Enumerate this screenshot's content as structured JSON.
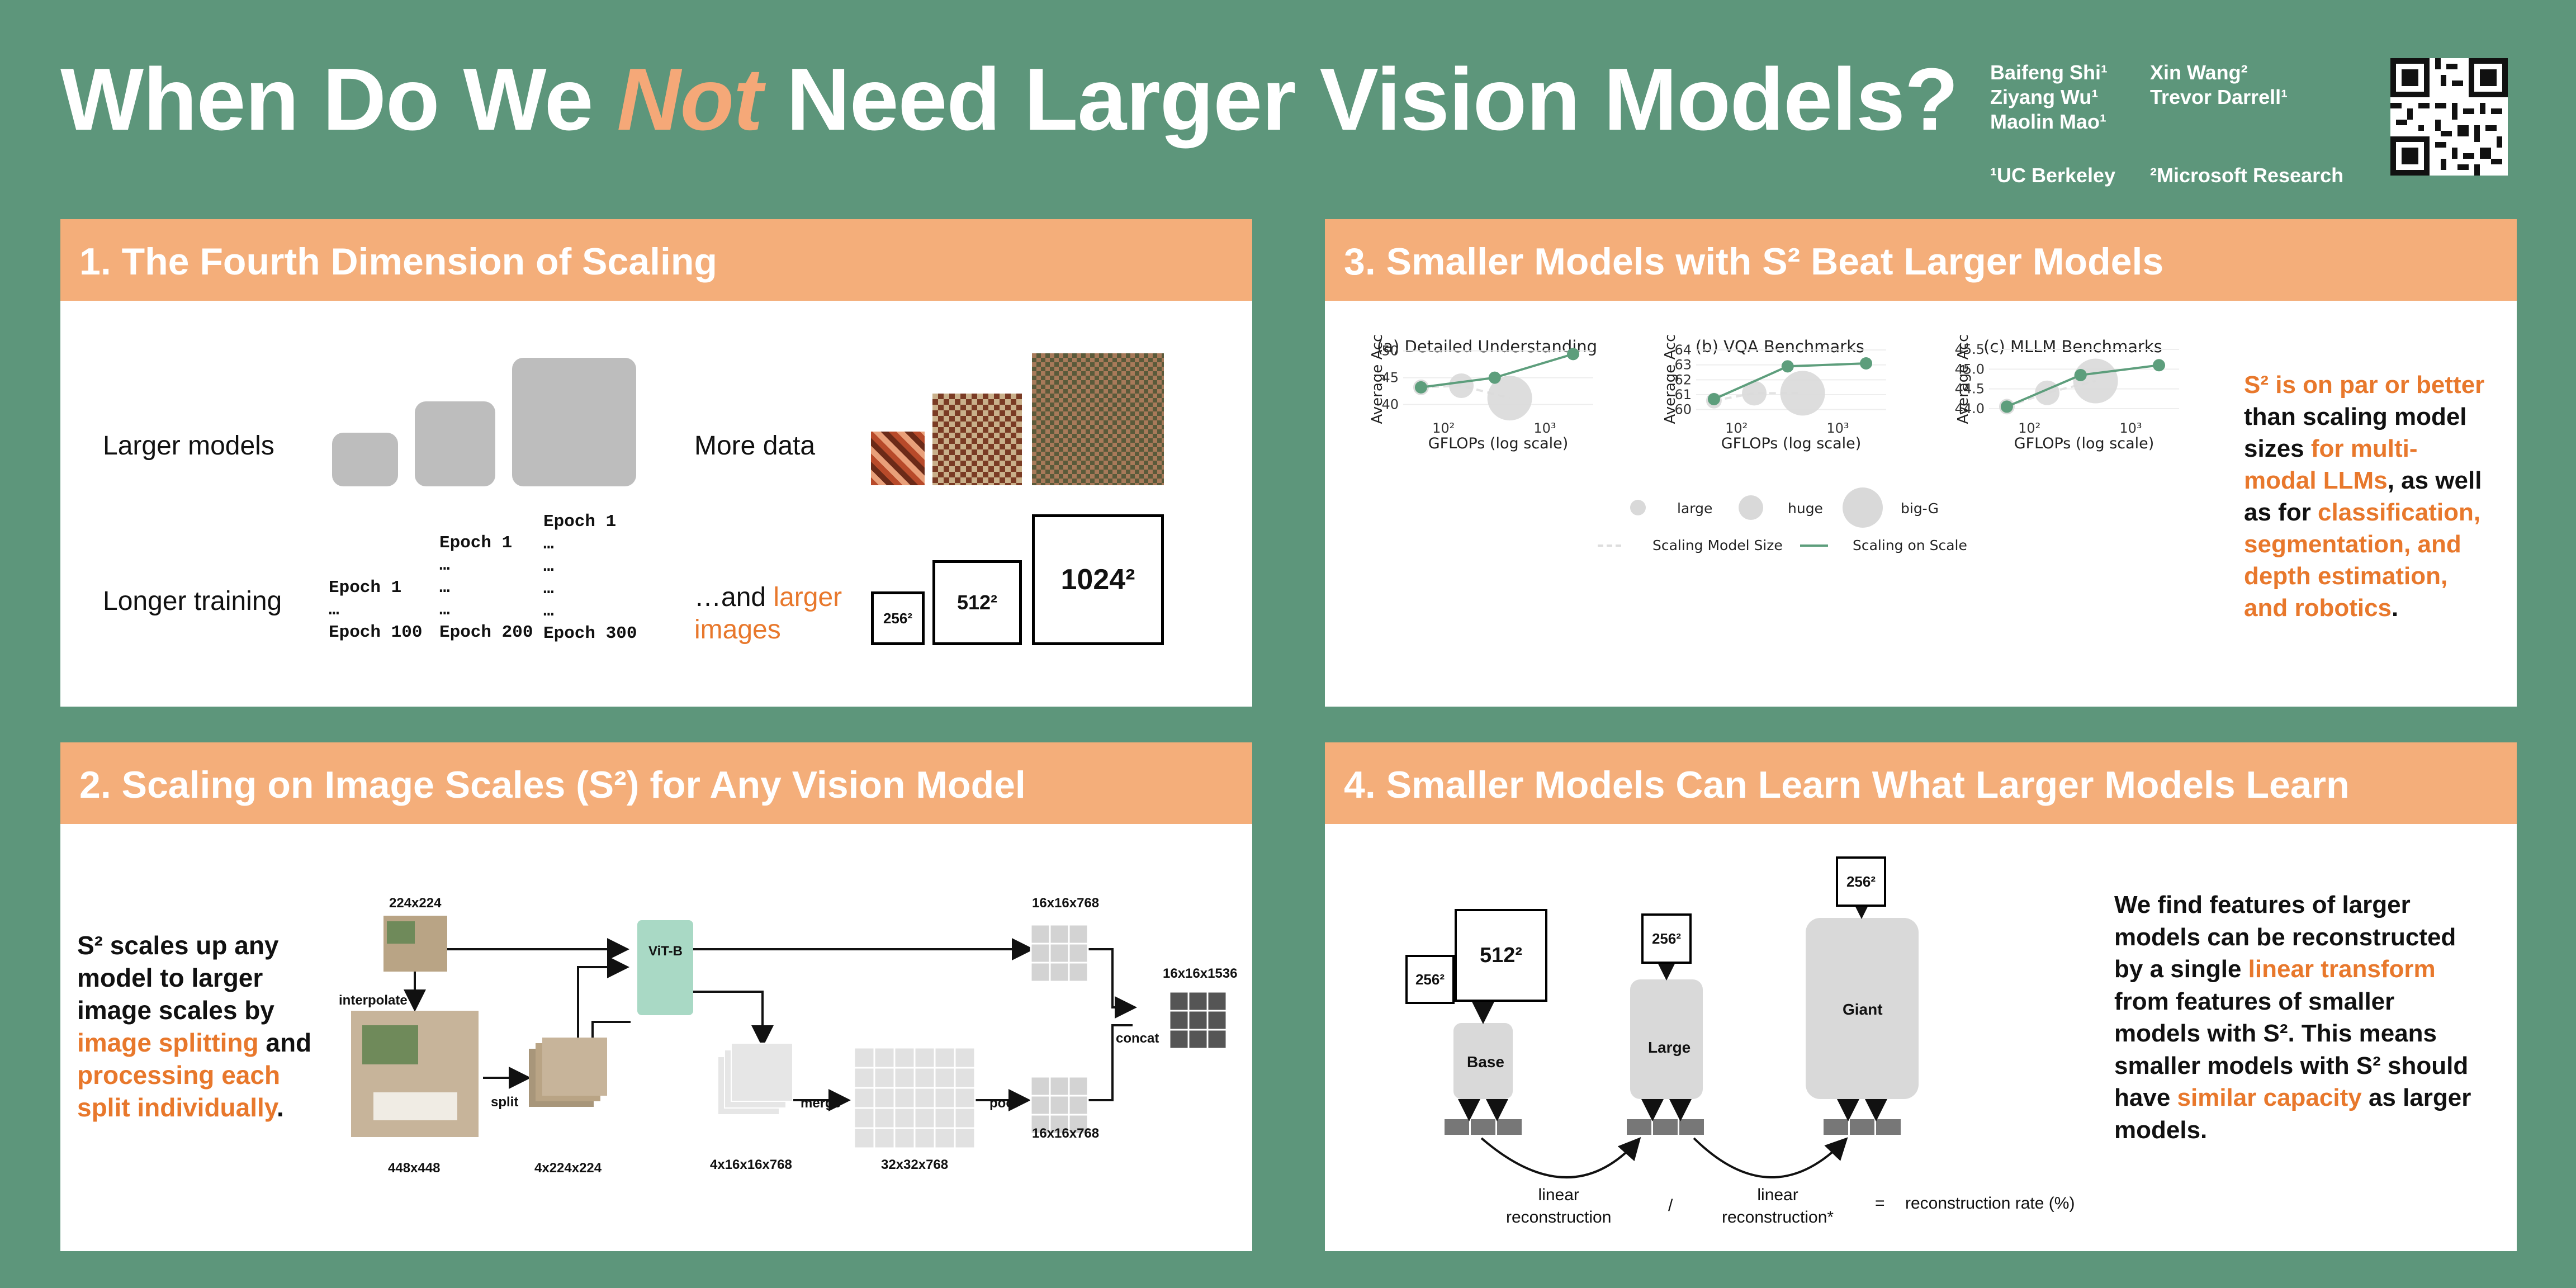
{
  "title": {
    "part1": "When Do We ",
    "highlight": "Not",
    "part2": " Need Larger Vision Models?"
  },
  "authors": {
    "a1": "Baifeng Shi¹",
    "a2": "Ziyang Wu¹",
    "a3": "Maolin Mao¹",
    "a4": "Xin Wang²",
    "a5": "Trevor Darrell¹",
    "aff1": "¹UC Berkeley",
    "aff2": "²Microsoft Research"
  },
  "panel1": {
    "heading": "1. The Fourth Dimension of Scaling",
    "larger_models": "Larger models",
    "longer_training": "Longer training",
    "more_data": "More data",
    "and": "…and ",
    "larger": "larger",
    "images": "images",
    "epochs": {
      "c1": [
        "Epoch 1",
        "…",
        "Epoch 100"
      ],
      "c2": [
        "Epoch 1",
        "…",
        "…",
        "…",
        "Epoch 200"
      ],
      "c3": [
        "Epoch 1",
        "…",
        "…",
        "…",
        "…",
        "Epoch 300"
      ]
    },
    "sizes": {
      "s1": "256²",
      "s2": "512²",
      "s3": "1024²"
    }
  },
  "panel2": {
    "heading": "2. Scaling on Image Scales (S²) for Any Vision Model",
    "text": {
      "l1": "S² scales up any",
      "l2": "model to larger",
      "l3": "image scales by",
      "l4a": "image splitting",
      "l4b": " and",
      "l5": "processing each",
      "l6a": "split individually",
      "l6b": "."
    },
    "labels": {
      "in224": "224x224",
      "interp": "interpolate",
      "in448": "448x448",
      "split": "split",
      "split_out": "4x224x224",
      "vit": "ViT-B",
      "feat4": "4x16x16x768",
      "merge": "merge",
      "merged": "32x32x768",
      "pool": "pool",
      "pooled": "16x16x768",
      "top_feat": "16x16x768",
      "concat": "concat",
      "final": "16x16x1536"
    }
  },
  "panel3": {
    "heading": "3. Smaller Models with S² Beat Larger Models",
    "charts": [
      {
        "title": "(a) Detailed Understanding",
        "ylabel": "Average Acc",
        "xlabel": "GFLOPs (log scale)",
        "yticks": [
          "40",
          "45",
          "50"
        ],
        "xticks": [
          "10²",
          "10³"
        ]
      },
      {
        "title": "(b) VQA Benchmarks",
        "ylabel": "Average Acc",
        "xlabel": "GFLOPs (log scale)",
        "yticks": [
          "60",
          "61",
          "62",
          "63",
          "64"
        ],
        "xticks": [
          "10²",
          "10³"
        ]
      },
      {
        "title": "(c) MLLM Benchmarks",
        "ylabel": "Average Acc",
        "xlabel": "GFLOPs (log scale)",
        "yticks": [
          "44.0",
          "44.5",
          "45.0",
          "45.5"
        ],
        "xticks": [
          "10²",
          "10³"
        ]
      }
    ],
    "legend": {
      "large": "large",
      "huge": "huge",
      "bigg": "big-G",
      "scaling_model": "Scaling Model Size",
      "scaling_scale": "Scaling on Scale"
    },
    "text": {
      "l1a": "S² is on par or better",
      "l2": "than scaling model",
      "l3a": "sizes ",
      "l3b": "for multi-",
      "l4a": "modal LLMs",
      "l4b": ", as well",
      "l5a": "as for ",
      "l5b": "classification,",
      "l6": "segmentation, and",
      "l7": "depth estimation,",
      "l8a": "and robotics",
      "l8b": "."
    },
    "colors": {
      "green": "#5d9e7c",
      "gray": "#d9d9d9"
    }
  },
  "panel4": {
    "heading": "4. Smaller Models Can Learn What Larger Models Learn",
    "labels": {
      "base": "Base",
      "large": "Large",
      "giant": "Giant",
      "s256a": "256²",
      "s512": "512²",
      "s256b": "256²",
      "s256c": "256²",
      "lin1a": "linear",
      "lin1b": "reconstruction",
      "lin2a": "linear",
      "lin2b": "reconstruction*",
      "slash": "/",
      "eq": "=",
      "rate": "reconstruction rate (%)"
    },
    "text": {
      "l1": "We find features of larger",
      "l2": "models can be reconstructed",
      "l3a": "by a single ",
      "l3b": "linear transform",
      "l4": "from features of smaller",
      "l5": "models with S².  This means",
      "l6": "smaller models with S² should",
      "l7a": "have ",
      "l7b": "similar capacity",
      "l7c": " as larger",
      "l8": "models."
    }
  },
  "chart_data": [
    {
      "type": "line",
      "title": "(a) Detailed Understanding",
      "xlabel": "GFLOPs (log scale)",
      "ylabel": "Average Acc",
      "ylim": [
        38.5,
        51
      ],
      "xscale": "log",
      "series": [
        {
          "name": "Scaling Model Size",
          "x": [
            60,
            150,
            450
          ],
          "y": [
            43.2,
            43.5,
            41.2
          ]
        },
        {
          "name": "Scaling on Scale",
          "x": [
            60,
            320,
            1900
          ],
          "y": [
            43.2,
            45.0,
            49.4
          ]
        }
      ]
    },
    {
      "type": "line",
      "title": "(b) VQA Benchmarks",
      "xlabel": "GFLOPs (log scale)",
      "ylabel": "Average Acc",
      "ylim": [
        59.8,
        64.3
      ],
      "xscale": "log",
      "series": [
        {
          "name": "Scaling Model Size",
          "x": [
            60,
            150,
            450
          ],
          "y": [
            60.6,
            61.1,
            61.1
          ]
        },
        {
          "name": "Scaling on Scale",
          "x": [
            60,
            320,
            1900
          ],
          "y": [
            60.7,
            62.9,
            63.1
          ]
        }
      ]
    },
    {
      "type": "line",
      "title": "(c) MLLM Benchmarks",
      "xlabel": "GFLOPs (log scale)",
      "ylabel": "Average Acc",
      "ylim": [
        43.9,
        45.6
      ],
      "xscale": "log",
      "series": [
        {
          "name": "Scaling Model Size",
          "x": [
            60,
            150,
            450
          ],
          "y": [
            44.05,
            44.4,
            44.7
          ]
        },
        {
          "name": "Scaling on Scale",
          "x": [
            60,
            320,
            1900
          ],
          "y": [
            44.05,
            44.85,
            45.1
          ]
        }
      ]
    }
  ]
}
